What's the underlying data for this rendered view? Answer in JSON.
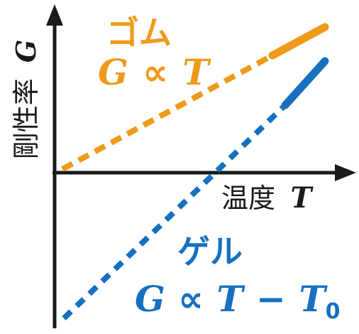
{
  "y_axis_label": "剛性率",
  "y_axis_symbol": "G",
  "x_axis_label": "温度",
  "x_axis_symbol": "T",
  "rubber": {
    "label": "ゴム",
    "formula_G": "G",
    "formula_prop": "∝",
    "formula_T": "T",
    "color": "#EE9A1A"
  },
  "gel": {
    "label": "ゲル",
    "formula_G": "G",
    "formula_prop": "∝",
    "formula_T": "T",
    "formula_minus": "−",
    "formula_T0": "T",
    "formula_sub": "0",
    "color": "#1670BF"
  },
  "axis_color": "#1a1a1a"
}
